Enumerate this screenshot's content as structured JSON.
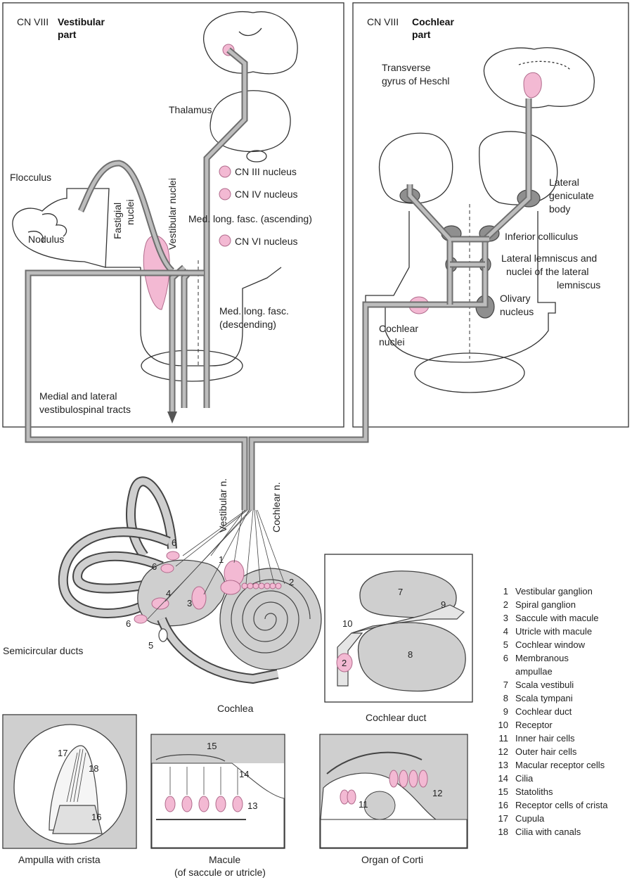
{
  "vestibular_panel": {
    "cn_label": "CN VIII",
    "title_line1": "Vestibular",
    "title_line2": "part",
    "thalamus": "Thalamus",
    "flocculus": "Flocculus",
    "nodulus": "Nodulus",
    "fastigial_line1": "Fastigial",
    "fastigial_line2": "nuclei",
    "vestibular_nuclei": "Vestibular nuclei",
    "cn3": "CN III nucleus",
    "cn4": "CN IV nucleus",
    "mlf_asc": "Med. long. fasc. (ascending)",
    "cn6": "CN VI nucleus",
    "mlf_desc_line1": "Med. long. fasc.",
    "mlf_desc_line2": "(descending)",
    "tracts_line1": "Medial and lateral",
    "tracts_line2": "vestibulospinal tracts"
  },
  "cochlear_panel": {
    "cn_label": "CN VIII",
    "title_line1": "Cochlear",
    "title_line2": "part",
    "heschl_line1": "Transverse",
    "heschl_line2": "gyrus of Heschl",
    "lgb_line1": "Lateral",
    "lgb_line2": "geniculate",
    "lgb_line3": "body",
    "inf_colliculus": "Inferior colliculus",
    "lemn_line1": "Lateral lemniscus and",
    "lemn_line2": "nuclei of the lateral",
    "lemn_line3": "lemniscus",
    "olivary_line1": "Olivary",
    "olivary_line2": "nucleus",
    "cochlear_nuclei_line1": "Cochlear",
    "cochlear_nuclei_line2": "nuclei"
  },
  "inner_ear": {
    "vestibular_n": "Vestibular n.",
    "cochlear_n": "Cochlear n.",
    "semicircular_ducts": "Semicircular ducts",
    "cochlea": "Cochlea",
    "numbers": [
      "1",
      "2",
      "3",
      "4",
      "5",
      "6",
      "6",
      "6"
    ]
  },
  "cochlear_duct_panel": {
    "caption": "Cochlear duct",
    "numbers": [
      "7",
      "8",
      "9",
      "10",
      "2"
    ]
  },
  "bottom_panels": {
    "ampulla": {
      "caption": "Ampulla with crista",
      "numbers": [
        "17",
        "18",
        "16"
      ]
    },
    "macule": {
      "caption_line1": "Macule",
      "caption_line2": "(of saccule or utricle)",
      "numbers": [
        "15",
        "14",
        "13"
      ]
    },
    "corti": {
      "caption": "Organ of Corti",
      "numbers": [
        "11",
        "12"
      ]
    }
  },
  "legend": [
    {
      "n": "1",
      "text": "Vestibular ganglion"
    },
    {
      "n": "2",
      "text": "Spiral ganglion"
    },
    {
      "n": "3",
      "text": "Saccule with macule"
    },
    {
      "n": "4",
      "text": "Utricle with macule"
    },
    {
      "n": "5",
      "text": "Cochlear window"
    },
    {
      "n": "6",
      "text": "Membranous"
    },
    {
      "n": "",
      "text": "ampullae"
    },
    {
      "n": "7",
      "text": "Scala vestibuli"
    },
    {
      "n": "8",
      "text": "Scala tympani"
    },
    {
      "n": "9",
      "text": "Cochlear duct"
    },
    {
      "n": "10",
      "text": "Receptor"
    },
    {
      "n": "11",
      "text": "Inner hair cells"
    },
    {
      "n": "12",
      "text": "Outer hair cells"
    },
    {
      "n": "13",
      "text": "Macular receptor cells"
    },
    {
      "n": "14",
      "text": "Cilia"
    },
    {
      "n": "15",
      "text": "Statoliths"
    },
    {
      "n": "16",
      "text": "Receptor cells of crista"
    },
    {
      "n": "17",
      "text": "Cupula"
    },
    {
      "n": "18",
      "text": "Cilia with canals"
    }
  ],
  "colors": {
    "nerve": "#6e6e6e",
    "receptor_pink": "#f3b9d3",
    "tissue_gray": "#bdbdbd"
  }
}
